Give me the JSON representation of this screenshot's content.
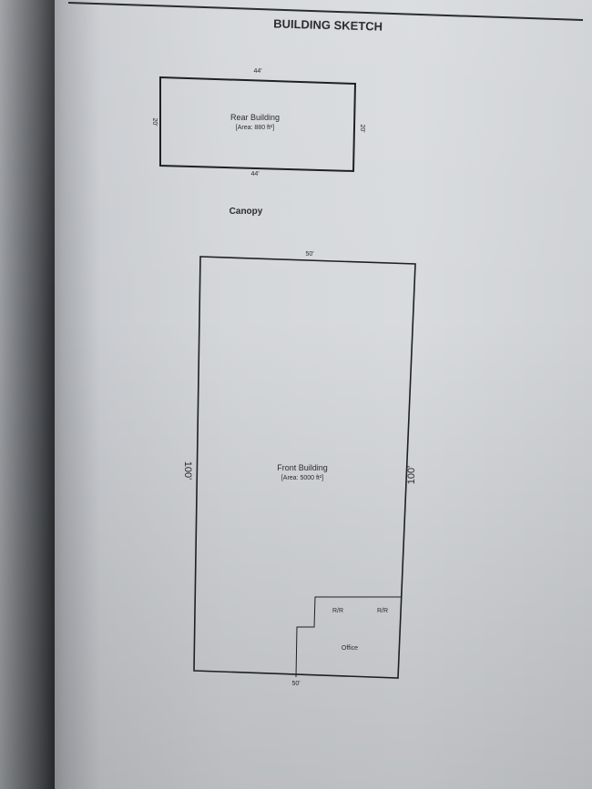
{
  "title": "BUILDING SKETCH",
  "rear_building": {
    "name": "Rear Building",
    "area": "[Area: 880 ft²]",
    "top": "44'",
    "bottom": "44'",
    "left": "20'",
    "right": "20'"
  },
  "canopy": "Canopy",
  "front_building": {
    "name": "Front Building",
    "area": "[Area: 5000 ft²]",
    "top": "50'",
    "bottom": "50'",
    "left": "100'",
    "right": "100'",
    "rooms": {
      "restroom_1": "R/R",
      "restroom_2": "R/R",
      "office": "Office"
    }
  }
}
